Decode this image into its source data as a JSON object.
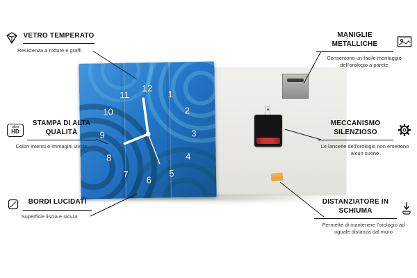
{
  "product": {
    "clock_numbers": [
      "12",
      "1",
      "2",
      "3",
      "4",
      "5",
      "6",
      "7",
      "8",
      "9",
      "10",
      "11"
    ]
  },
  "callouts": [
    {
      "title": "VETRO TEMPERATO",
      "subtitle": "Resistenza a rotture e graffi",
      "icon": "diamond-icon"
    },
    {
      "title": "STAMPA DI ALTA QUALITÀ",
      "subtitle": "Colori intensi e immagini vivide",
      "icon": "ultra-hd-icon",
      "badge_top": "ultra",
      "badge_bottom": "HD"
    },
    {
      "title": "BORDI LUCIDATI",
      "subtitle": "Superficie liscia e sicura",
      "icon": "polished-edge-icon"
    },
    {
      "title": "MANIGLIE METALLICHE",
      "subtitle": "Consentono un facile montaggio dell'orologio a parete",
      "icon": "picture-frame-icon"
    },
    {
      "title": "MECCANISMO SILENZIOSO",
      "subtitle": "Le lancette dell'orologio non emettono alcun suono",
      "icon": "gear-icon"
    },
    {
      "title": "DISTANZIATORE IN SCHIUMA",
      "subtitle": "Permette di mantenere l'orologio ad uguale distanza dal muro",
      "icon": "spacer-arrow-icon"
    }
  ],
  "colors": {
    "clock_blue": "#2373c4",
    "accent_orange": "#ef9e2e",
    "mechanism_black": "#141414",
    "battery_red": "#d03434"
  }
}
